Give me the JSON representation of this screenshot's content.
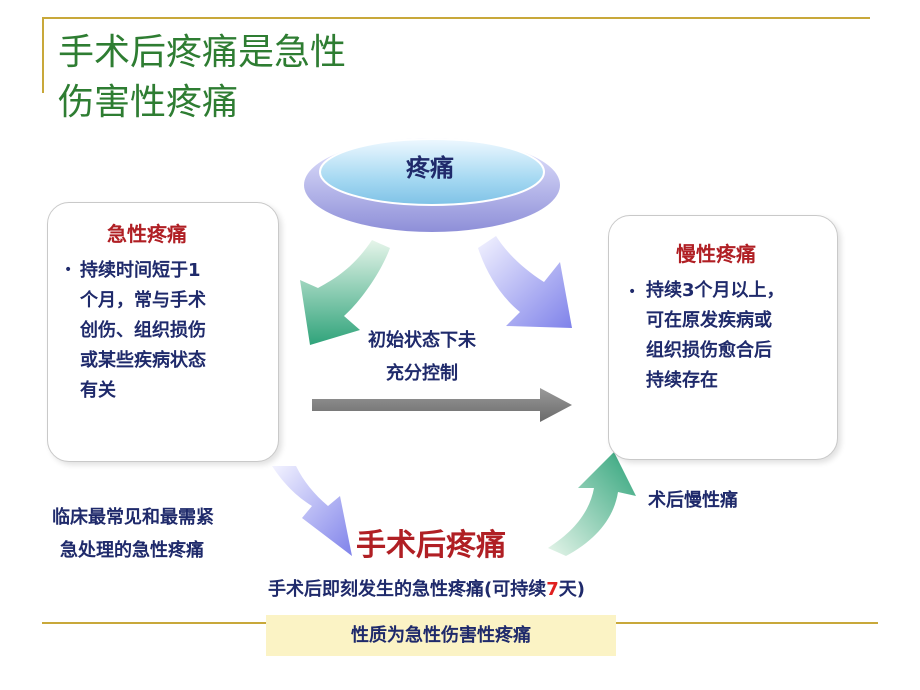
{
  "title": {
    "line1": "手术后疼痛是急性",
    "line2": "伤害性疼痛"
  },
  "center_node": {
    "label": "疼痛"
  },
  "acute_box": {
    "title": "急性疼痛",
    "bullet_lines": [
      "持续时间短于1",
      "个月，常与手术",
      "创伤、组织损伤",
      "或某些疾病状态",
      "有关"
    ]
  },
  "chronic_box": {
    "title": "慢性疼痛",
    "bullet_lines": [
      "持续3个月以上，",
      "可在原发疾病或",
      "组织损伤愈合后",
      "持续存在"
    ]
  },
  "middle_text": {
    "line1": "初始状态下未",
    "line2": "充分控制"
  },
  "left_note": {
    "line1": "临床最常见和最需紧",
    "line2": "急处理的急性疼痛"
  },
  "right_note": "术后慢性痛",
  "postop_label": "手术后疼痛",
  "definition": {
    "prefix": "手术后即刻发生的急性疼痛(可持续",
    "number": "7",
    "suffix": "天)"
  },
  "nature_bar": "性质为急性伤害性疼痛",
  "colors": {
    "title_green": "#2e7d32",
    "accent_red": "#b01f24",
    "text_navy": "#1f2a6b",
    "rule_gold": "#c8a83a",
    "highlight_yellow": "#fbf3c5"
  }
}
